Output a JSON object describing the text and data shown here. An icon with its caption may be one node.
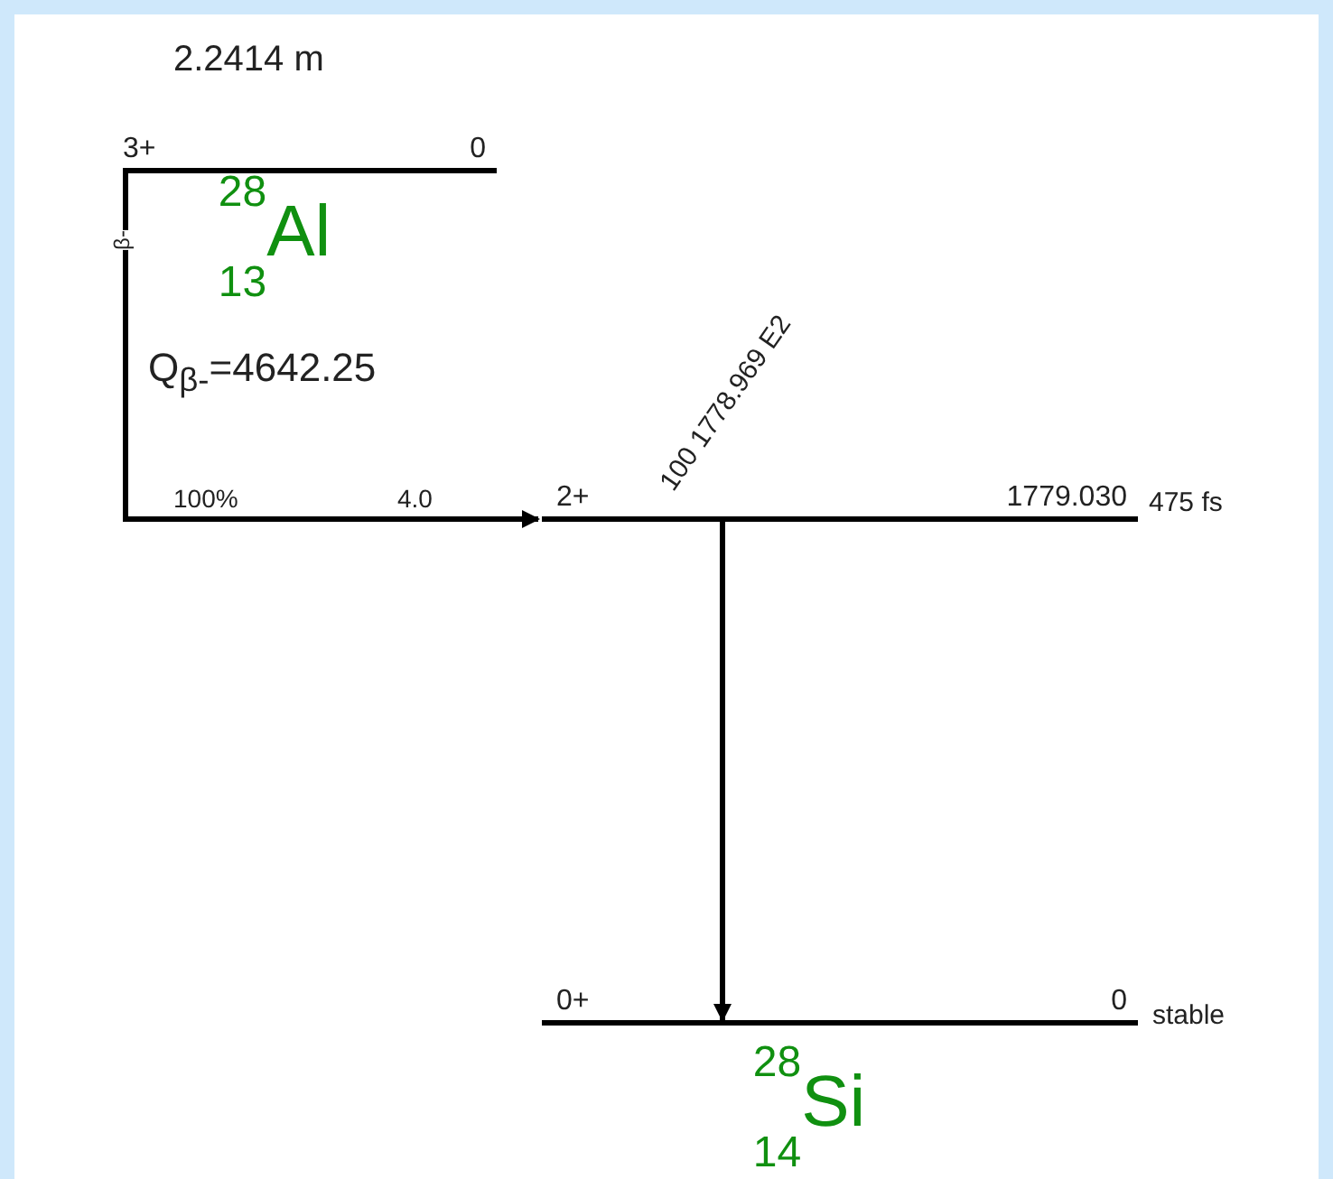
{
  "diagram": {
    "nodes": [
      {
        "text": [
          "3+",
          "0"
        ],
        "beside": [
          "2.2414 m"
        ]
      },
      {
        "text": [
          "2+",
          "1779.030"
        ],
        "beside": [
          "475 fs"
        ]
      },
      {
        "text": [
          "0+",
          "0"
        ],
        "beside": [
          "stable"
        ]
      }
    ],
    "edges": [
      {
        "from": 0,
        "to": 1,
        "arrow": "to",
        "label": "β-"
      },
      {
        "from": 1,
        "to": 2,
        "arrow": "to",
        "label": "100 1778.969 E2"
      }
    ],
    "labels": [
      "$^{28}$$_{13}$Al",
      "Q$_{β-}$=4642.25",
      "100%",
      "4.0",
      "$^{28}$$_{14}$Si"
    ]
  }
}
